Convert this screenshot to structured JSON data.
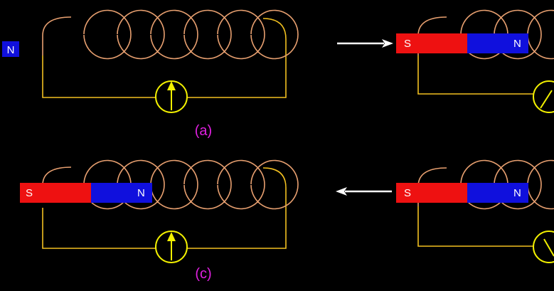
{
  "panels": {
    "a": {
      "caption": "(a)",
      "magnet": false
    },
    "b": {
      "magnet": true,
      "pole_s": "S",
      "pole_n": "N",
      "motion": "toward coil (right)"
    },
    "c": {
      "caption": "(c)",
      "magnet": true,
      "pole_s": "S",
      "pole_n": "N"
    },
    "d": {
      "magnet": true,
      "pole_s": "S",
      "pole_n": "N",
      "motion": "away from coil (left)"
    }
  },
  "edge_label": "N",
  "colors": {
    "background": "#000000",
    "coil": "#e8a070",
    "circuit_wire": "#f2c020",
    "meter": "#f2f000",
    "south_pole": "#ee1111",
    "north_pole": "#1010dd",
    "caption": "#e020e0",
    "motion_arrow": "#ffffff"
  }
}
